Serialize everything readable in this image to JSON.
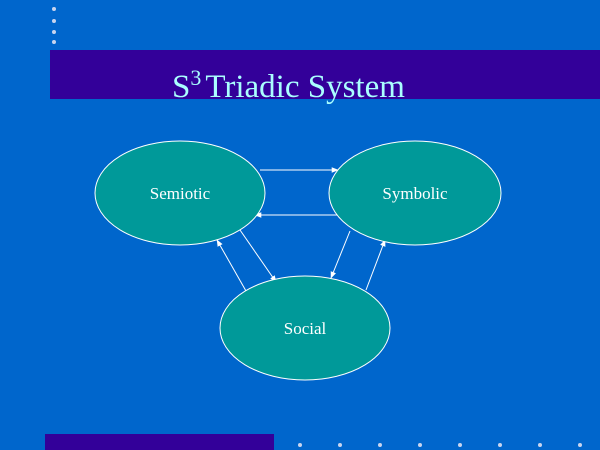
{
  "slide": {
    "title_prefix": "S",
    "title_superscript": "3",
    "title_main": "Triadic System"
  },
  "diagram": {
    "nodes": [
      {
        "id": "semiotic",
        "label": "Semiotic"
      },
      {
        "id": "symbolic",
        "label": "Symbolic"
      },
      {
        "id": "social",
        "label": "Social"
      }
    ],
    "edges": [
      {
        "from": "semiotic",
        "to": "symbolic"
      },
      {
        "from": "symbolic",
        "to": "semiotic"
      },
      {
        "from": "semiotic",
        "to": "social"
      },
      {
        "from": "social",
        "to": "semiotic"
      },
      {
        "from": "symbolic",
        "to": "social"
      },
      {
        "from": "social",
        "to": "symbolic"
      }
    ]
  },
  "colors": {
    "background": "#0066cc",
    "title_bar": "#330099",
    "title_text": "#aaffff",
    "node_fill": "#009999",
    "arrow": "#ffffff"
  }
}
